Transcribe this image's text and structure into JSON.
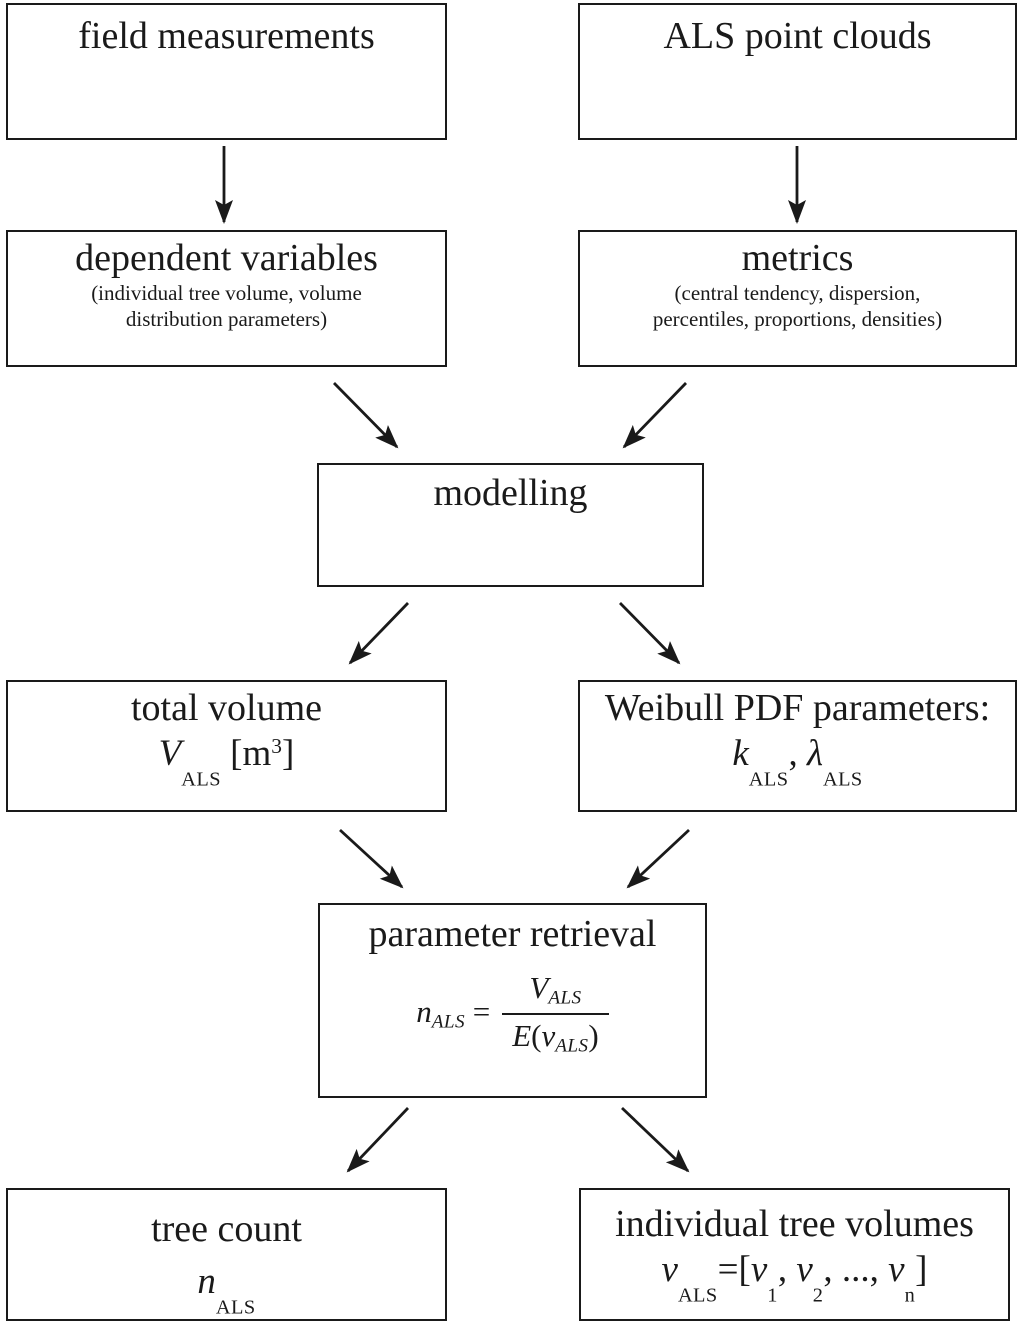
{
  "colors": {
    "ink": "#1a1a1a",
    "background": "#ffffff"
  },
  "boxes": {
    "field_measurements": {
      "title": "field measurements"
    },
    "als_point_clouds": {
      "title": "ALS point clouds"
    },
    "dependent_variables": {
      "title": "dependent variables",
      "sub1": "(individual tree volume, volume",
      "sub2": "distribution parameters)"
    },
    "metrics": {
      "title": "metrics",
      "sub1": "(central tendency, dispersion,",
      "sub2": "percentiles, proportions, densities)"
    },
    "modelling": {
      "title": "modelling"
    },
    "total_volume": {
      "title": "total volume",
      "sym": "V",
      "sym_sub": "ALS",
      "unit_open": " [m",
      "unit_exp": "3",
      "unit_close": "]"
    },
    "weibull": {
      "title": "Weibull PDF parameters:",
      "k": "k",
      "k_sub": "ALS",
      "comma": ", ",
      "lambda": "λ",
      "lambda_sub": "ALS"
    },
    "parameter_retrieval": {
      "title": "parameter retrieval",
      "eq_lhs": "n",
      "eq_lhs_sub": "ALS",
      "eq_equals": " = ",
      "num": "V",
      "num_sub": "ALS",
      "den_E": "E",
      "den_open": "(",
      "den_base": "v",
      "den_sub": "ALS",
      "den_close": ")"
    },
    "tree_count": {
      "title": "tree count",
      "sym": "n",
      "sym_sub": "ALS"
    },
    "individual_volumes": {
      "title": "individual tree volumes",
      "lhs": "v",
      "lhs_sub": "ALS",
      "equals_bracket": "=[",
      "v1": "v",
      "v1_sub": "1",
      "c1": ", ",
      "v2": "v",
      "v2_sub": "2",
      "c2": ", ..., ",
      "vn": "v",
      "vn_sub": "n",
      "close_bracket": "]"
    }
  }
}
